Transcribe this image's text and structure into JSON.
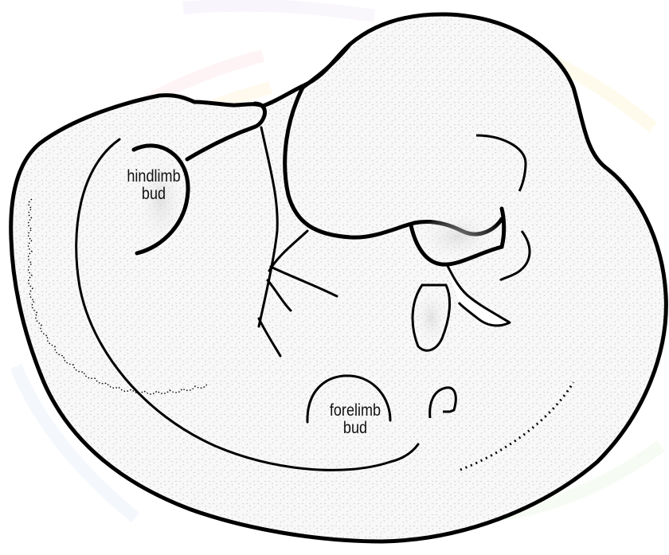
{
  "diagram": {
    "labels": {
      "hindlimb": {
        "line1": "hindlimb",
        "line2": "bud"
      },
      "forelimb": {
        "line1": "forelimb",
        "line2": "bud"
      }
    },
    "colors": {
      "outline": "#000000",
      "fill": "#f7f7f7",
      "speckle": "#d6d6d6",
      "background_rainbow": [
        "#fde5ea",
        "#fff0d6",
        "#fdf8d0",
        "#e6f5df",
        "#e2eefb",
        "#efe6f8"
      ]
    }
  }
}
